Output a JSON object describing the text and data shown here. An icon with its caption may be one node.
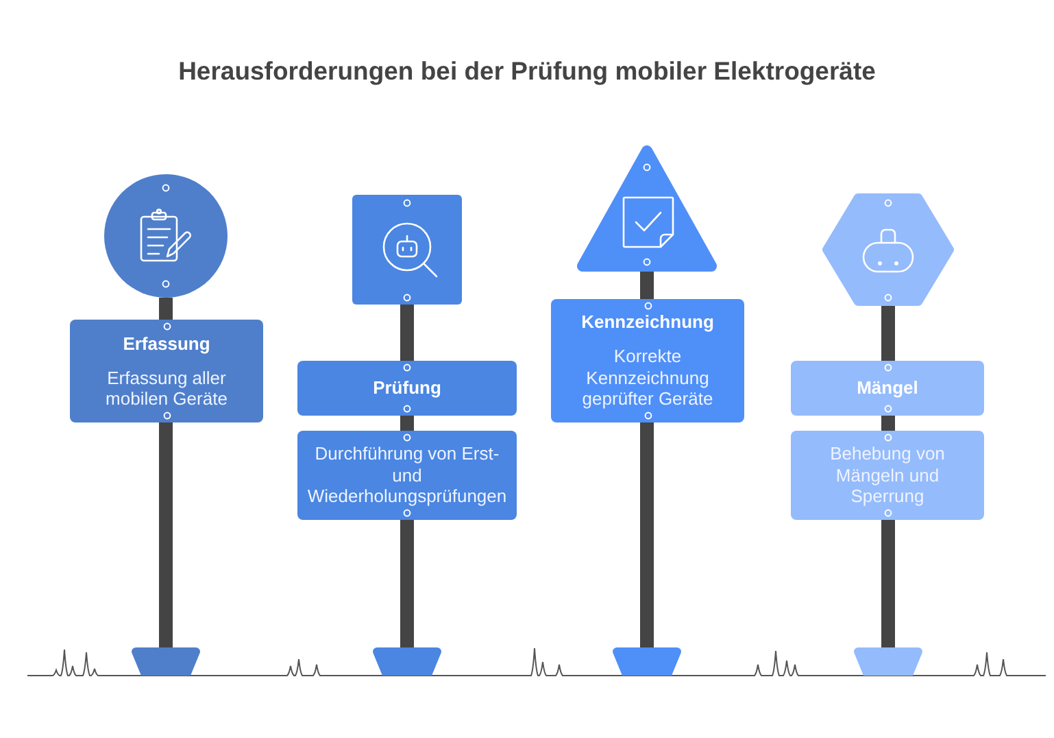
{
  "diagram": {
    "title": "Herausforderungen bei der Prüfung mobiler Elektrogeräte",
    "nodes": [
      {
        "text": [
          "Erfassung",
          "Erfassung aller mobilen Geräte"
        ]
      },
      {
        "text": [
          "Prüfung"
        ]
      },
      {
        "text": [
          "Durchführung von Erst- und Wiederholungsprüfungen"
        ]
      },
      {
        "text": [
          "Kennzeichnung",
          "Korrekte Kennzeichnung geprüfter Geräte"
        ]
      },
      {
        "text": [
          "Mängel"
        ]
      },
      {
        "text": [
          "Behebung von Mängeln und Sperrung"
        ]
      }
    ]
  }
}
